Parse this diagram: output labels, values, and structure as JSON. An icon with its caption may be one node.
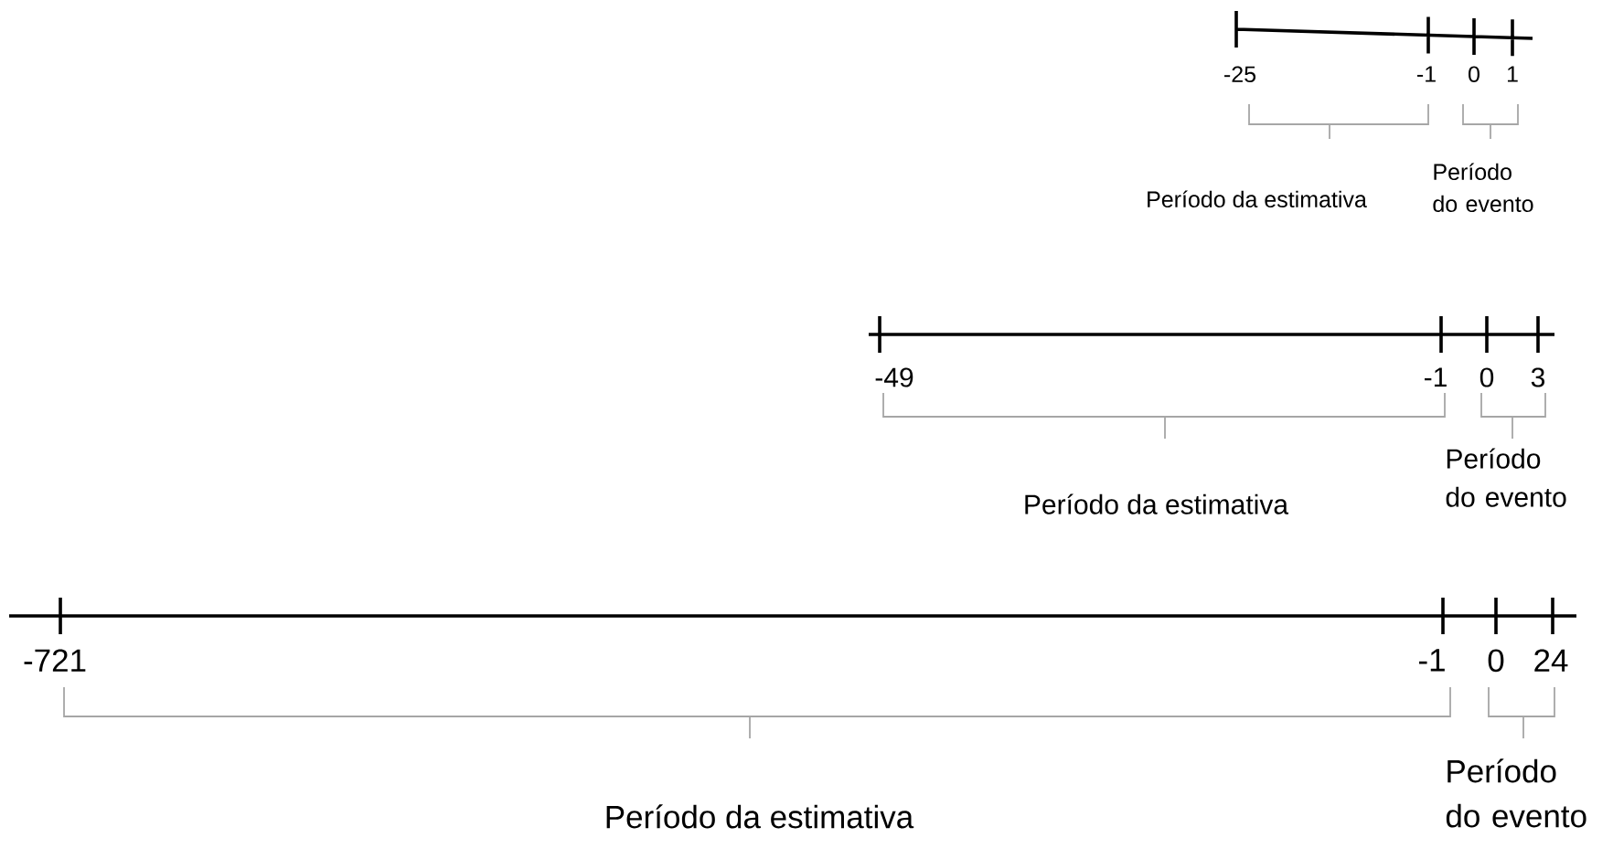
{
  "diagram": {
    "labels": [
      "-25",
      "-1",
      "0",
      "1",
      "Período da estimativa",
      "Período do evento",
      "-49",
      "-1",
      "0",
      "3",
      "Período da estimativa",
      "Período do evento",
      "-721",
      "-1",
      "0",
      "24",
      "Período da estimativa",
      "Período do evento"
    ]
  }
}
